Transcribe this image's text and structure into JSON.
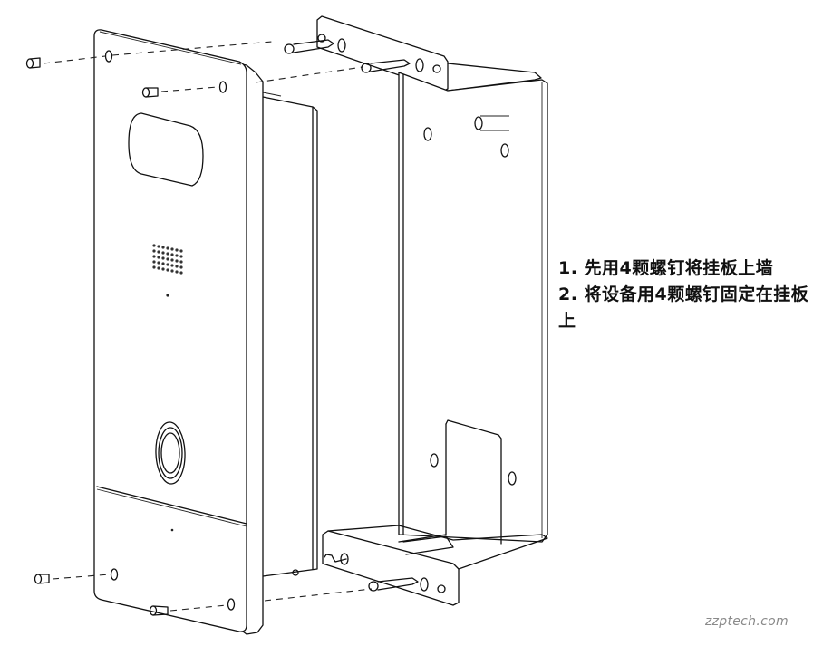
{
  "diagram": {
    "type": "exploded-installation-view",
    "subject": "door intercom panel mounted on wall bracket",
    "components": [
      "front-panel",
      "camera-window",
      "speaker-grille",
      "microphone-hole",
      "call-button",
      "back-box",
      "wall-mounting-bracket",
      "screws"
    ],
    "screw_count_bracket_to_wall": 4,
    "screw_count_device_to_bracket": 4
  },
  "instructions": {
    "step1": "1. 先用4颗螺钉将挂板上墙",
    "step2": "2. 将设备用4颗螺钉固定在挂板上"
  },
  "watermark": "zzptech.com",
  "colors": {
    "line": "#111111",
    "background": "#ffffff",
    "watermark": "#8a8a8a"
  }
}
